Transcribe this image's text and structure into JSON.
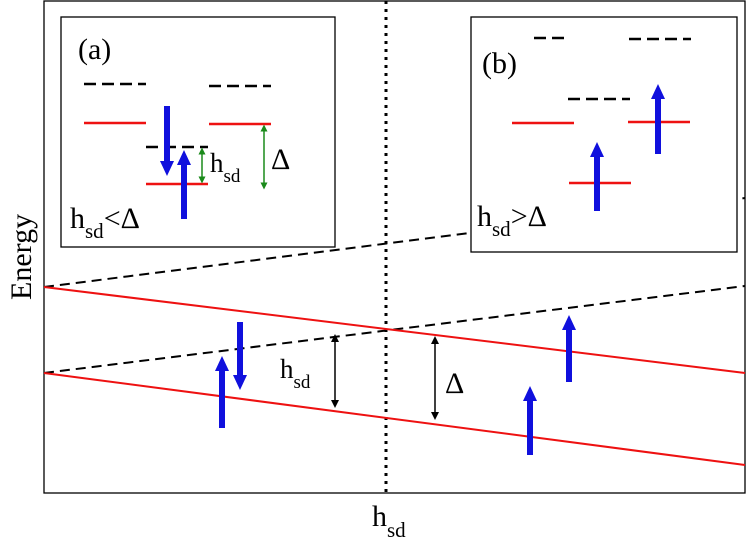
{
  "axes": {
    "ylabel": "Energy",
    "xlabel_main": "h",
    "xlabel_sub": "sd"
  },
  "main": {
    "gap_hsd_main": "h",
    "gap_hsd_sub": "sd",
    "gap_delta": "Δ"
  },
  "inset_a": {
    "tag": "(a)",
    "gap_hsd_main": "h",
    "gap_hsd_sub": "sd",
    "gap_delta": "Δ",
    "cond_h": "h",
    "cond_sub": "sd",
    "cond_rel": "<Δ"
  },
  "inset_b": {
    "tag": "(b)",
    "cond_h": "h",
    "cond_sub": "sd",
    "cond_rel": ">Δ"
  },
  "colors": {
    "level_red": "#ee1111",
    "level_black": "#000000",
    "spin_blue": "#1010dd",
    "gap_green": "#1a8a1a"
  }
}
